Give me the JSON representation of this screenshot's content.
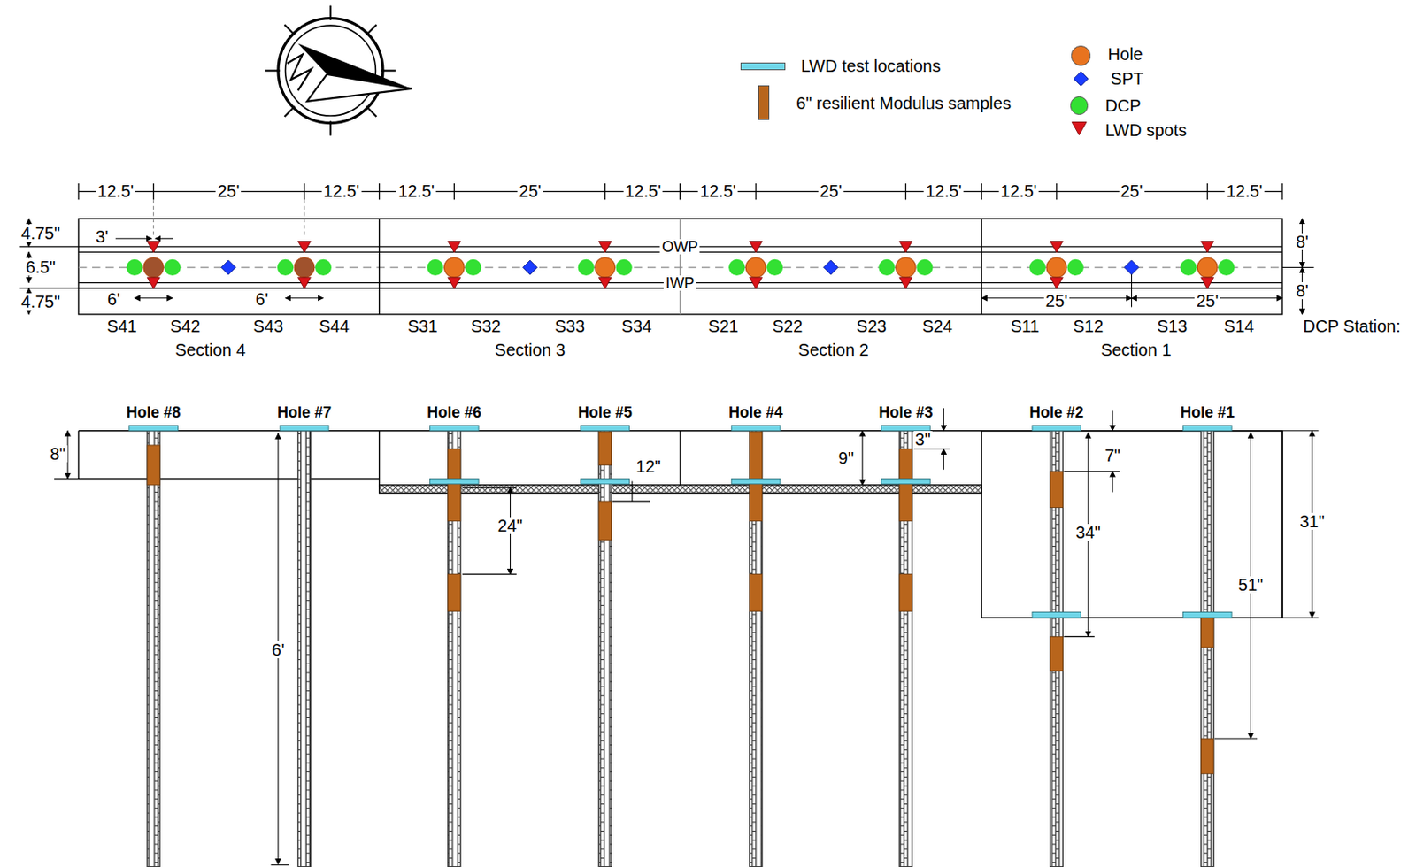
{
  "diagram": {
    "nodes": [
      {
        "text": [
          "Hole #8"
        ]
      },
      {
        "text": [
          "Hole #7"
        ]
      },
      {
        "text": [
          "Hole #6"
        ]
      },
      {
        "text": [
          "Hole #5"
        ]
      },
      {
        "text": [
          "Hole #4"
        ]
      },
      {
        "text": [
          "Hole #3"
        ]
      },
      {
        "text": [
          "Hole #2"
        ]
      },
      {
        "text": [
          "Hole #1"
        ]
      }
    ],
    "labels": [
      "12.5'",
      "25'",
      "12.5'",
      "12.5'",
      "25'",
      "12.5'",
      "12.5'",
      "25'",
      "12.5'",
      "12.5'",
      "25'",
      "12.5'",
      "4.75\"",
      "6.5\"",
      "4.75\"",
      "3'",
      "6'",
      "6'",
      "OWP",
      "IWP",
      "8'",
      "8'",
      "25'",
      "25'",
      "S41",
      "S42",
      "S43",
      "S44",
      "S31",
      "S32",
      "S33",
      "S34",
      "S21",
      "S22",
      "S23",
      "S24",
      "S11",
      "S12",
      "S13",
      "S14",
      "DCP Station:",
      "Section 4",
      "Section 3",
      "Section 2",
      "Section 1",
      "8\"",
      "6'",
      "24\"",
      "12\"",
      "9\"",
      "3\"",
      "7\"",
      "34\"",
      "51\"",
      "31\""
    ],
    "legend": [
      {
        "text": "LWD test locations",
        "color": "#6fd6e8"
      },
      {
        "text": "6\" resilient Modulus samples",
        "color": "#b8651c"
      },
      {
        "text": "Hole",
        "color": "#e8731f"
      },
      {
        "text": "SPT"
      },
      {
        "text": "DCP",
        "color": "#33e033"
      },
      {
        "text": "LWD spots"
      }
    ]
  }
}
